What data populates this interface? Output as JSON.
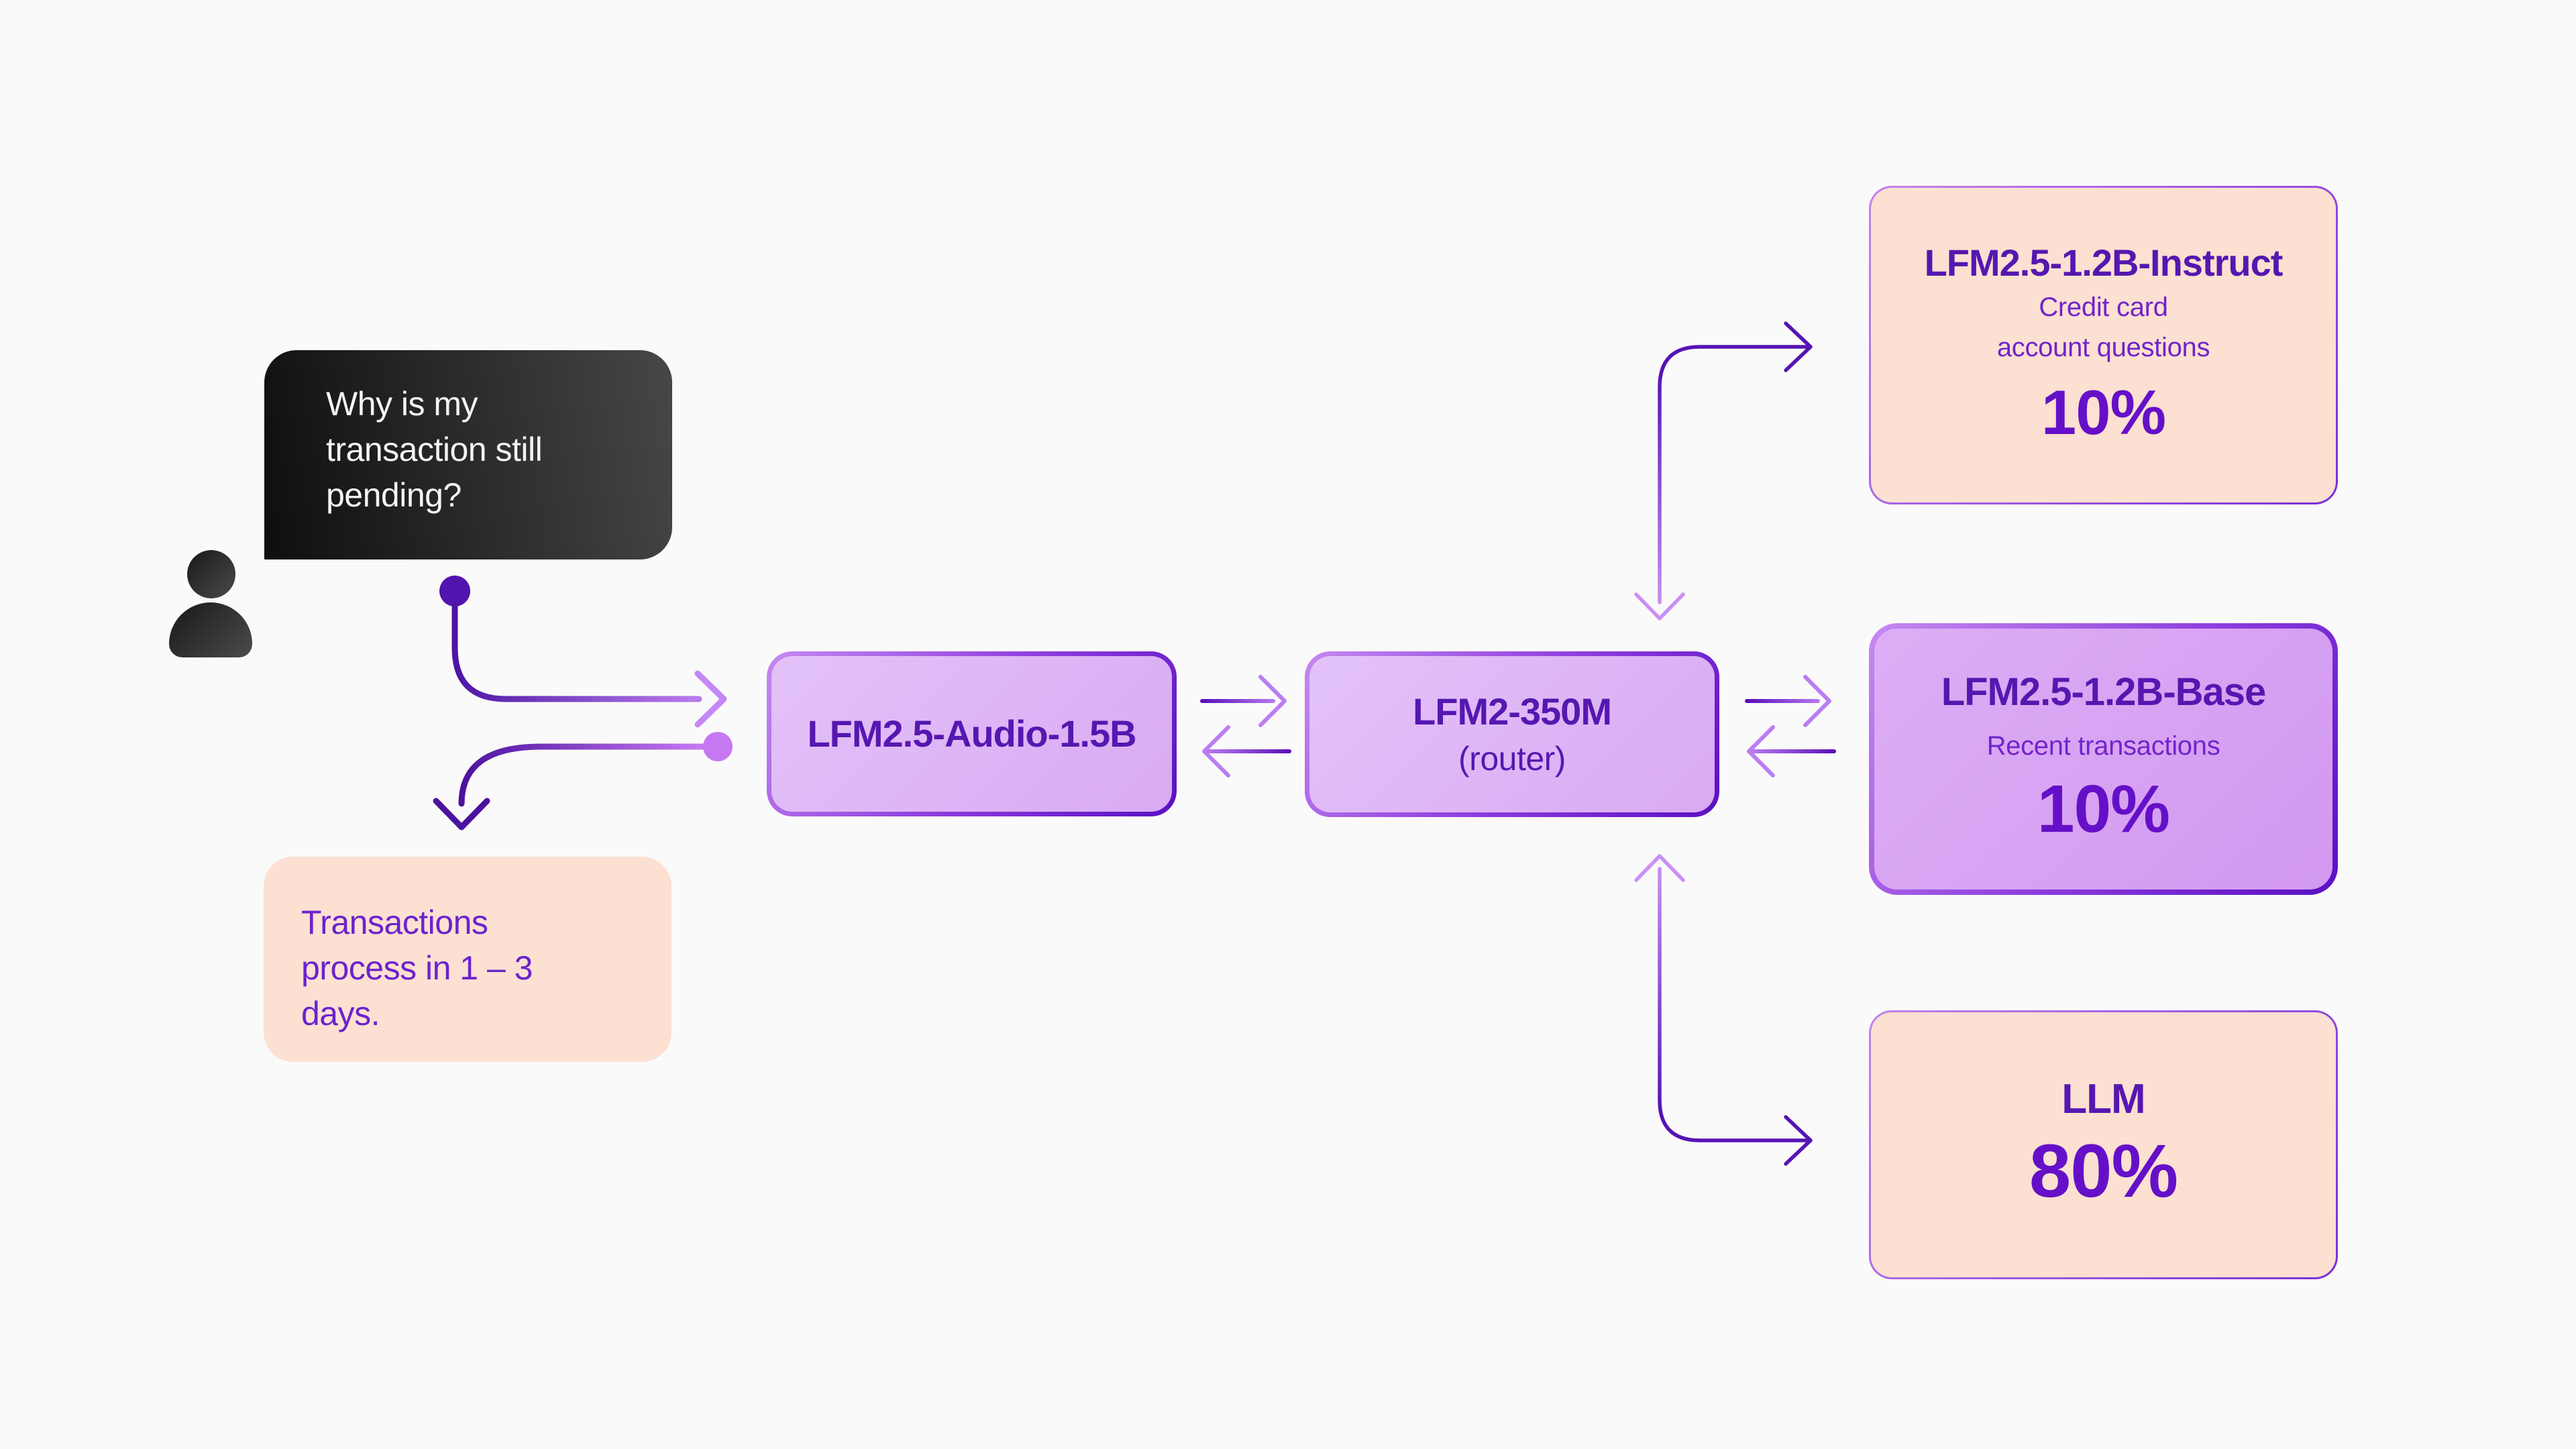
{
  "user_question": {
    "lines": [
      "Why is my",
      "transaction still",
      "pending?"
    ],
    "full_text": "Why is my transaction still pending?"
  },
  "user_answer": {
    "lines": [
      "Transactions",
      "process in 1 – 3",
      "days."
    ],
    "full_text": "Transactions process in 1 – 3 days."
  },
  "audio_model": {
    "title": "LFM2.5-Audio-1.5B"
  },
  "router_model": {
    "title": "LFM2-350M",
    "subtitle": "(router)"
  },
  "instruct_model": {
    "title": "LFM2.5-1.2B-Instruct",
    "desc_lines": [
      "Credit card",
      "account questions"
    ],
    "share": "10%"
  },
  "base_model": {
    "title": "LFM2.5-1.2B-Base",
    "desc": "Recent transactions",
    "share": "10%"
  },
  "fallback_model": {
    "title": "LLM",
    "share": "80%"
  },
  "icons": {
    "user": "user-silhouette-icon",
    "arrows": [
      "right-arrow-icon",
      "left-arrow-icon",
      "down-arrow-icon",
      "up-arrow-icon"
    ]
  },
  "colors": {
    "background": "#fbfafa",
    "accent_dark_violet": "#5713b4",
    "accent_light_purple": "#c587f6",
    "question_dot": "#5214ae",
    "answer_dot": "#c678f3",
    "purple_box_fill": "#dcb2f4",
    "base_box_fill": "#d6a3f2",
    "peach_box_fill": "#fce0d1",
    "peach_box_border": "#8a48e4",
    "title_text": "#5617b0",
    "desc_text": "#7123cb",
    "percent_text": "#6510c8",
    "answer_text": "#6c22ce",
    "bubble_gradient_start": "#0e0e0e",
    "bubble_gradient_end": "#474747",
    "bubble_text": "#f4f4f4"
  }
}
